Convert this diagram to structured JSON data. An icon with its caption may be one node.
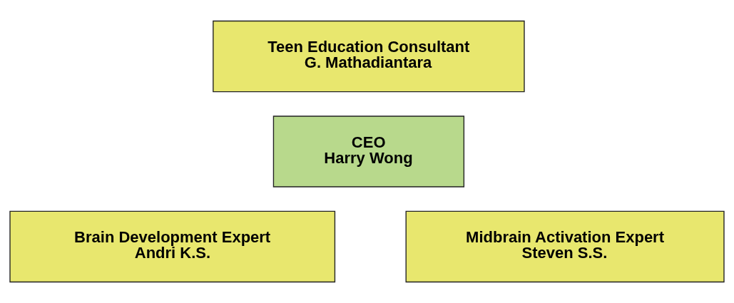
{
  "diagram": {
    "nodes": [
      {
        "text": [
          "Teen Education Consultant",
          "G. Mathadiantara"
        ]
      },
      {
        "text": [
          "CEO",
          "Harry Wong"
        ]
      },
      {
        "text": [
          "Brain Development Expert",
          "Andri K.S."
        ]
      },
      {
        "text": [
          "Midbrain Activation Expert",
          "Steven S.S."
        ]
      }
    ]
  }
}
